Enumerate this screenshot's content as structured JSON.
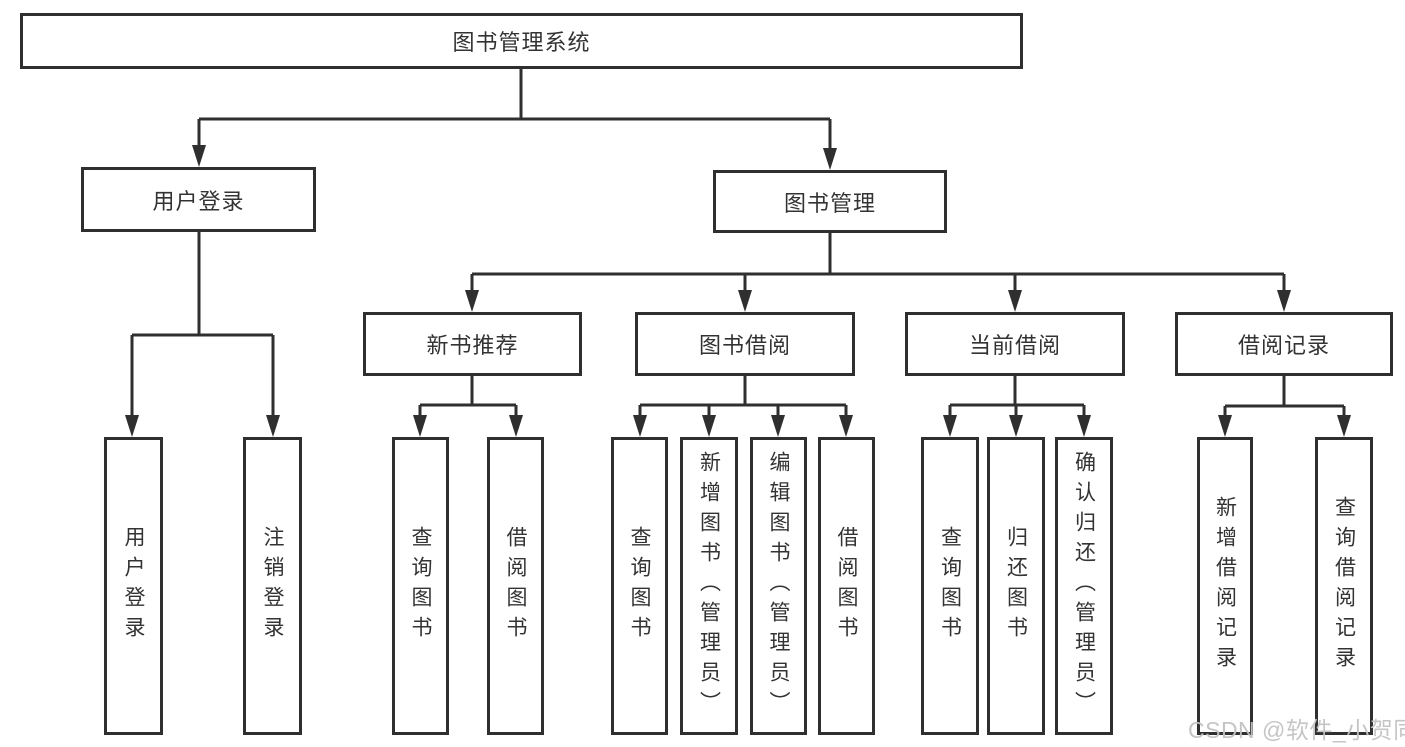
{
  "diagram": {
    "root": "图书管理系统",
    "level2": [
      "用户登录",
      "图书管理"
    ],
    "level3": [
      "新书推荐",
      "图书借阅",
      "当前借阅",
      "借阅记录"
    ],
    "leaves": [
      "用户登录",
      "注销登录",
      "查询图书",
      "借阅图书",
      "查询图书",
      "新增图书（管理员）",
      "编辑图书（管理员）",
      "借阅图书",
      "查询图书",
      "归还图书",
      "确认归还（管理员）",
      "新增借阅记录",
      "查询借阅记录"
    ]
  },
  "watermark": {
    "text": "CSDN @软件_小贺同学",
    "color": "#c2c2c2"
  },
  "colors": {
    "line": "#2f2f2f",
    "text": "#333333",
    "background": "#ffffff"
  }
}
